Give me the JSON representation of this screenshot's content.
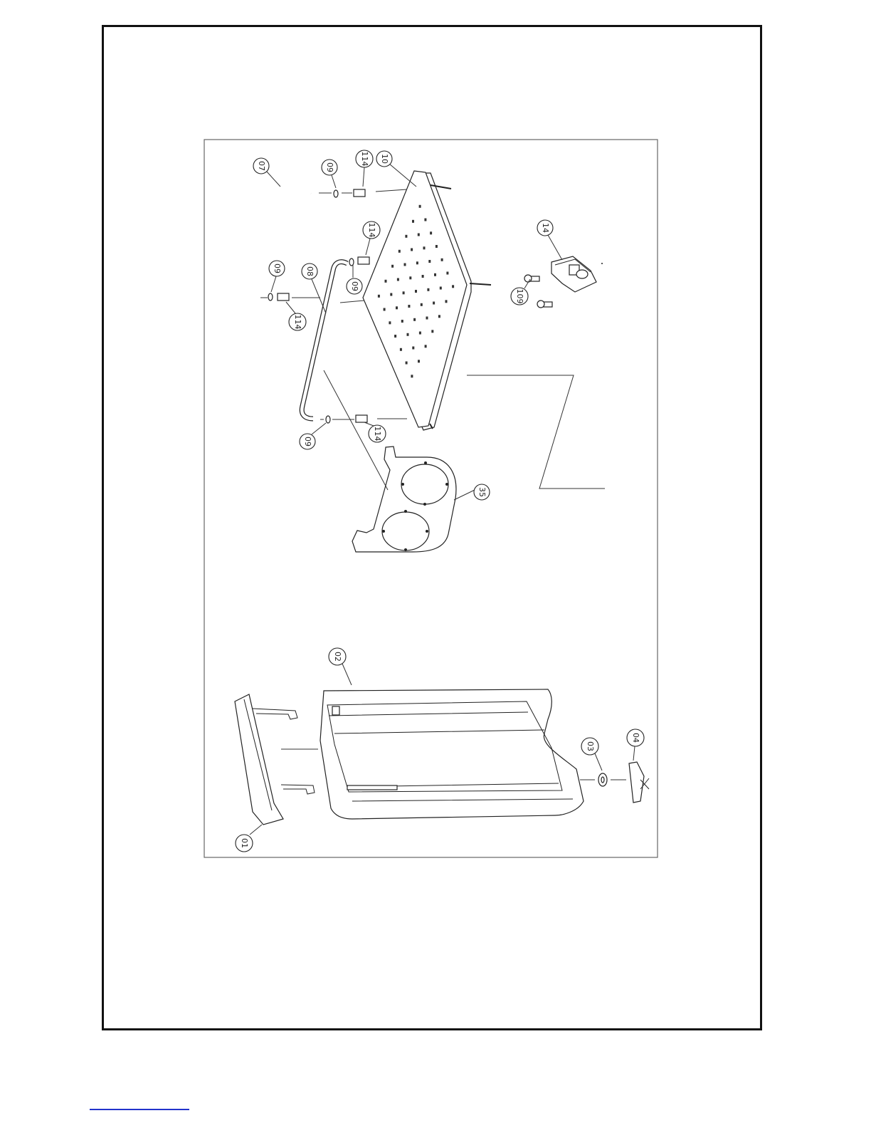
{
  "diagram": {
    "callouts": [
      {
        "id": "c07a",
        "label": "07"
      },
      {
        "id": "c09a",
        "label": "09"
      },
      {
        "id": "c114a",
        "label": "114"
      },
      {
        "id": "c10",
        "label": "10"
      },
      {
        "id": "c114b",
        "label": "114"
      },
      {
        "id": "c09b",
        "label": "09"
      },
      {
        "id": "c08",
        "label": "08"
      },
      {
        "id": "c09c",
        "label": "09"
      },
      {
        "id": "c114c",
        "label": "114"
      },
      {
        "id": "c14",
        "label": "14"
      },
      {
        "id": "c109",
        "label": "109"
      },
      {
        "id": "c09d",
        "label": "09"
      },
      {
        "id": "c114d",
        "label": "114"
      },
      {
        "id": "c35",
        "label": "35"
      },
      {
        "id": "c02",
        "label": "02"
      },
      {
        "id": "c03",
        "label": "03"
      },
      {
        "id": "c04",
        "label": "04"
      },
      {
        "id": "c01",
        "label": "01"
      }
    ]
  },
  "colors": {
    "line": "#222222",
    "frame": "#111111",
    "footer_rule": "#2233cc"
  }
}
